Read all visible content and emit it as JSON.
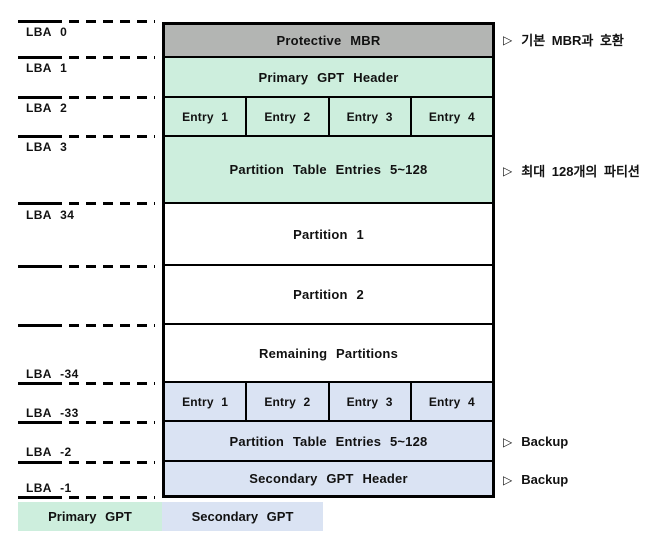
{
  "colors": {
    "protective_mbr_gray": "#b3b5b3",
    "primary_gpt_green": "#cdeedd",
    "secondary_gpt_blue": "#dae3f3",
    "border_black": "#000000"
  },
  "lba_labels": [
    {
      "label": "LBA 0"
    },
    {
      "label": "LBA 1"
    },
    {
      "label": "LBA 2"
    },
    {
      "label": "LBA 3"
    },
    {
      "label": "LBA 34"
    },
    {
      "label": "LBA -34"
    },
    {
      "label": "LBA -33"
    },
    {
      "label": "LBA -2"
    },
    {
      "label": "LBA -1"
    }
  ],
  "rows": [
    {
      "label": "Protective MBR"
    },
    {
      "label": "Primary GPT Header"
    },
    {
      "cells": [
        "Entry 1",
        "Entry 2",
        "Entry 3",
        "Entry 4"
      ]
    },
    {
      "label": "Partition Table Entries 5~128"
    },
    {
      "label": "Partition 1"
    },
    {
      "label": "Partition 2"
    },
    {
      "label": "Remaining Partitions"
    },
    {
      "cells": [
        "Entry 1",
        "Entry 2",
        "Entry 3",
        "Entry 4"
      ]
    },
    {
      "label": "Partition Table Entries 5~128"
    },
    {
      "label": "Secondary GPT Header"
    }
  ],
  "annotations": [
    {
      "bullet": "▷",
      "text": "기본 MBR과 호환"
    },
    {
      "bullet": "▷",
      "text": "최대 128개의 파티션"
    },
    {
      "bullet": "▷",
      "text": "Backup"
    },
    {
      "bullet": "▷",
      "text": "Backup"
    }
  ],
  "legend": [
    {
      "label": "Primary GPT"
    },
    {
      "label": "Secondary GPT"
    }
  ]
}
